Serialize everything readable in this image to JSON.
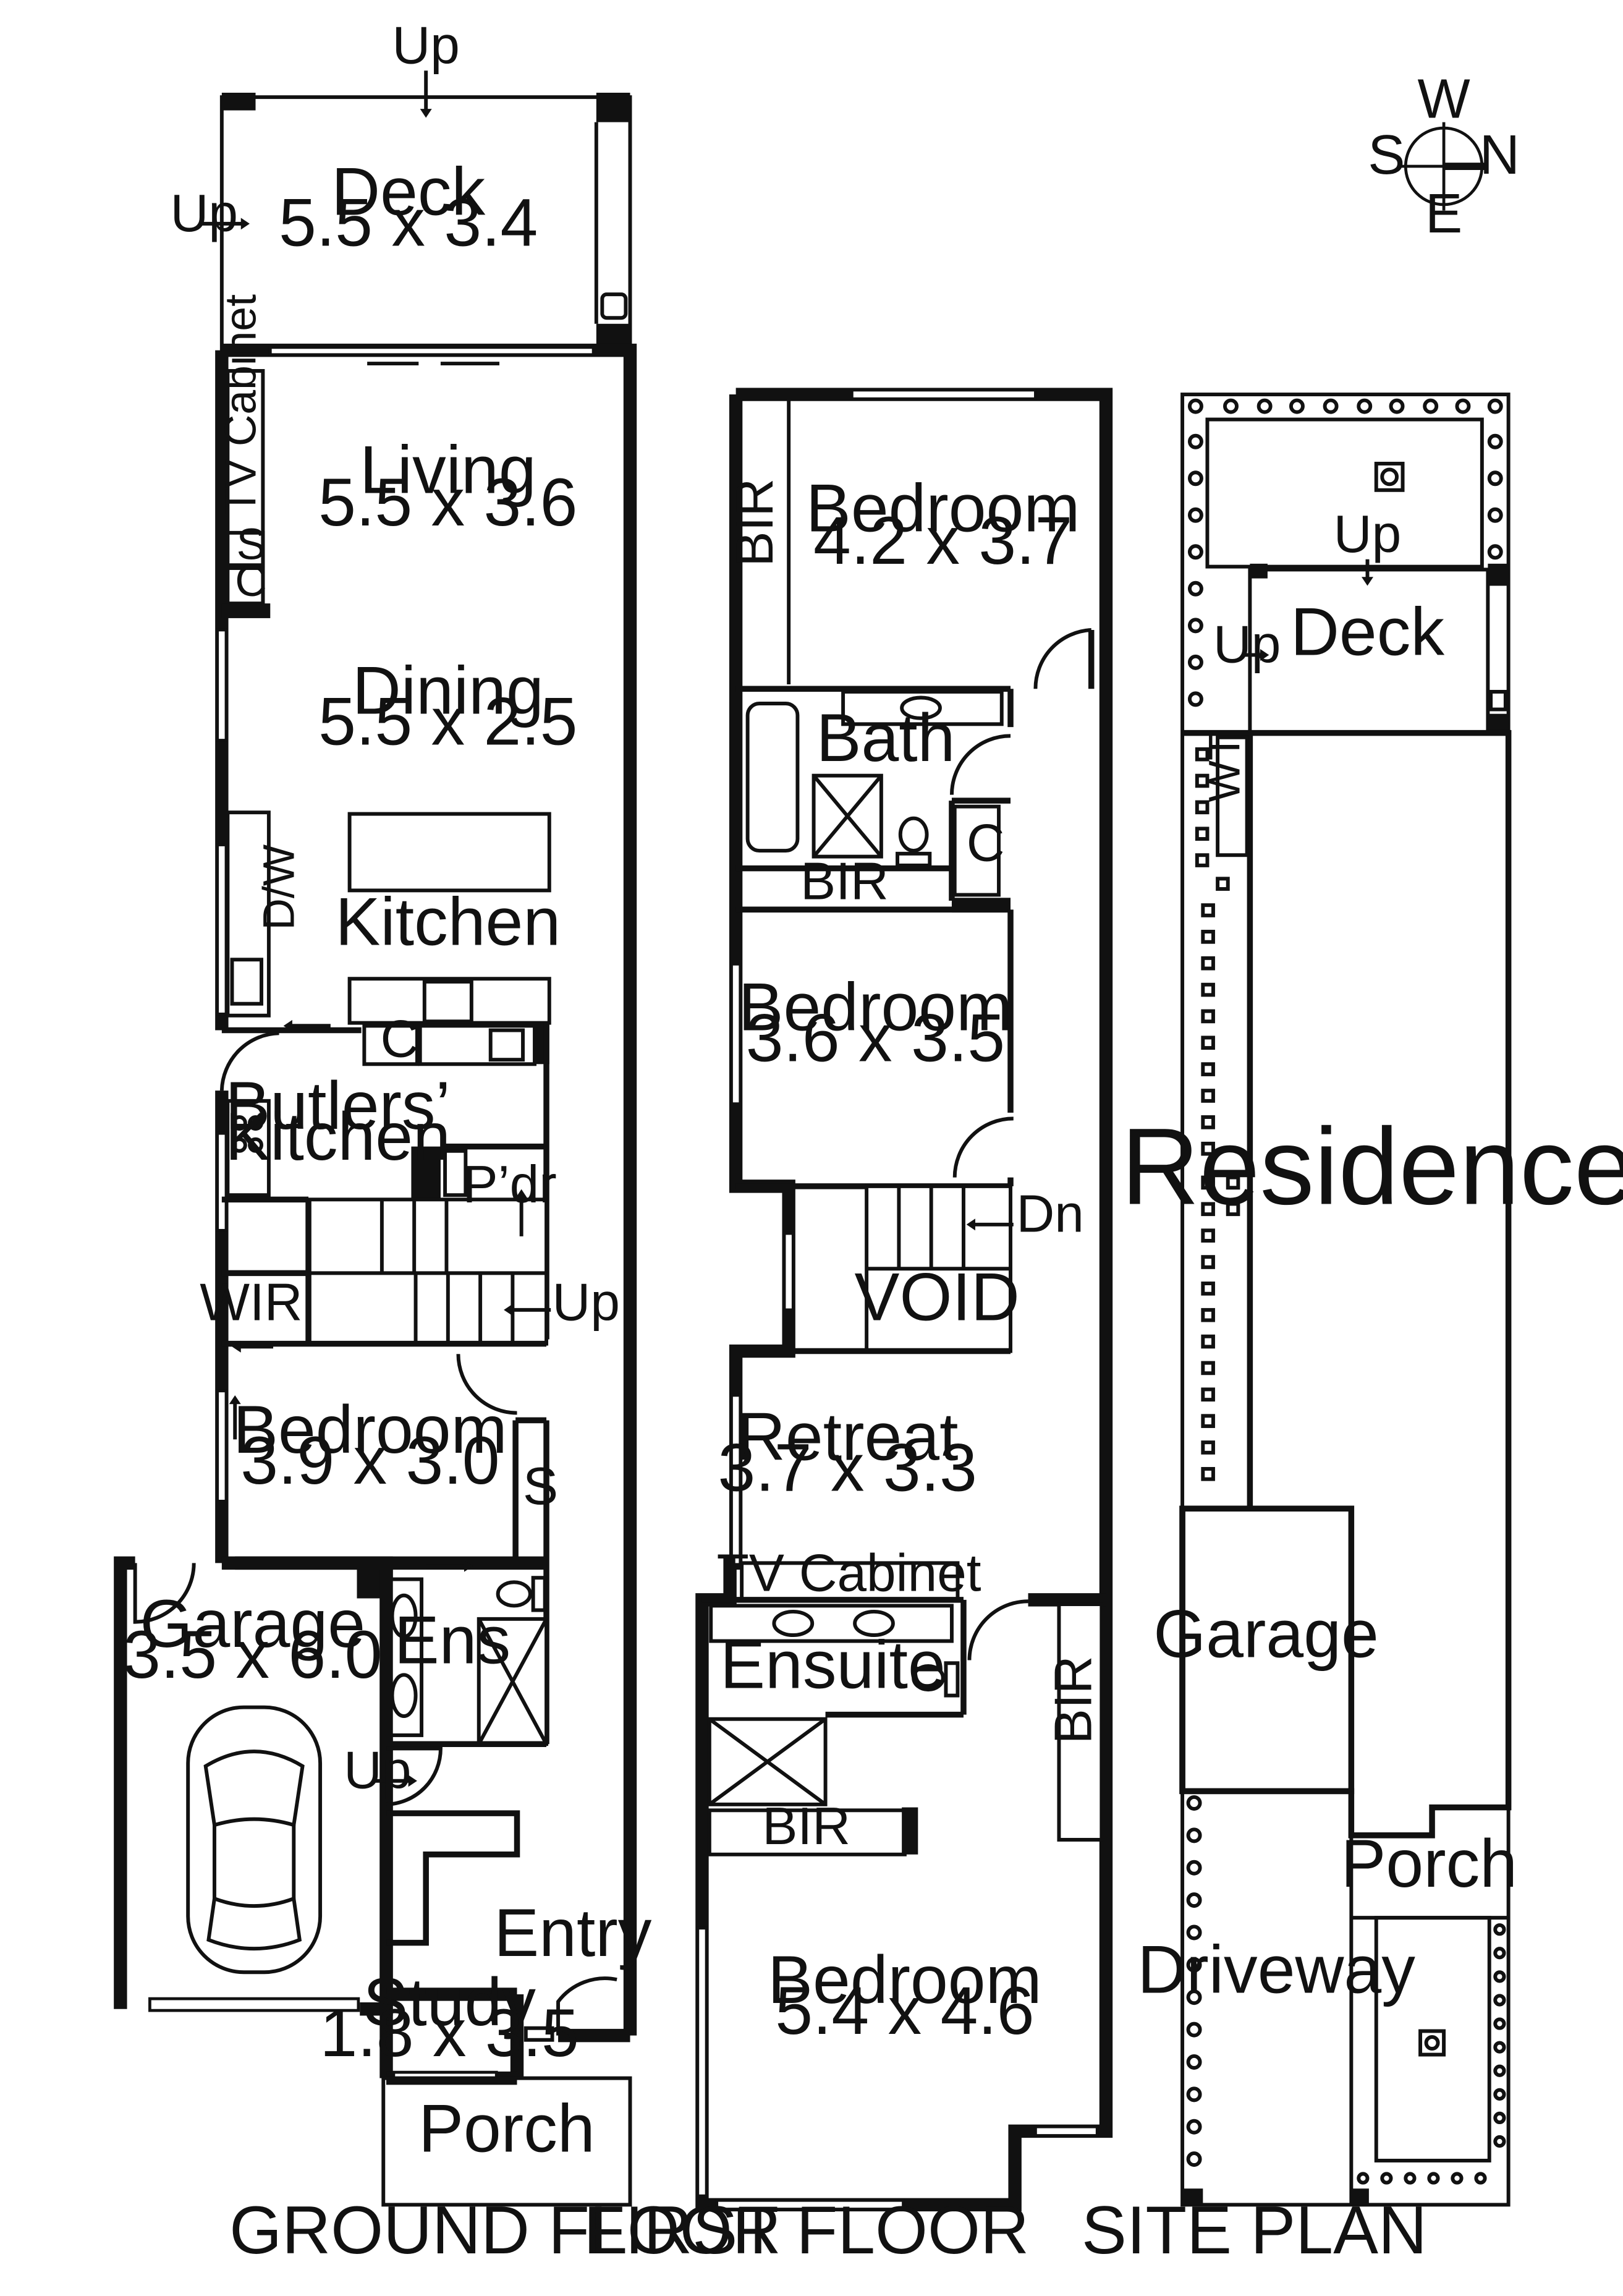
{
  "plans": {
    "ground_floor": {
      "title": "GROUND FLOOR",
      "rooms": {
        "deck": {
          "name": "Deck",
          "dims": "5.5 x 3.4"
        },
        "living": {
          "name": "Living",
          "dims": "5.5 x 3.6"
        },
        "dining": {
          "name": "Dining",
          "dims": "5.5 x 2.5"
        },
        "kitchen": {
          "name": "Kitchen"
        },
        "butlers_kitchen": {
          "name_line1": "Butlers’",
          "name_line2": "Kitchen"
        },
        "powder": {
          "name": "P’dr"
        },
        "wir": {
          "name": "WIR"
        },
        "bedroom": {
          "name": "Bedroom",
          "dims": "3.9 x 3.0"
        },
        "garage": {
          "name": "Garage",
          "dims": "3.5 x 6.0"
        },
        "ensuite": {
          "name": "Ens"
        },
        "entry": {
          "name": "Entry"
        },
        "study": {
          "name": "Study",
          "dims": "1.8 x 3.5"
        },
        "porch": {
          "name": "Porch"
        }
      },
      "fixtures": {
        "tv_cabinet": "TV Cabinet",
        "storage_s": "S",
        "cupboard_c": "C",
        "dishwasher": "D/W",
        "kitchen_cupboard": "C",
        "bedroom_storage": "S"
      },
      "arrows": {
        "deck_up_top": "Up",
        "deck_up_left": "Up",
        "stair_up": "Up",
        "garage_up": "Up"
      }
    },
    "first_floor": {
      "title": "FIRST FLOOR",
      "rooms": {
        "bedroom_1": {
          "name": "Bedroom",
          "dims": "4.2 x 3.7"
        },
        "bath": {
          "name": "Bath"
        },
        "bedroom_2": {
          "name": "Bedroom",
          "dims": "3.6 x 3.5"
        },
        "void": {
          "name": "VOID"
        },
        "retreat": {
          "name": "Retreat",
          "dims": "3.7 x 3.3"
        },
        "ensuite": {
          "name": "Ensuite"
        },
        "bedroom_3": {
          "name": "Bedroom",
          "dims": "5.4 x 4.6"
        }
      },
      "fixtures": {
        "bir_1": "BIR",
        "bir_2": "BIR",
        "cupboard_c": "C",
        "tv_cabinet": "TV Cabinet",
        "bir_3": "BIR",
        "bir_4": "BIR"
      },
      "arrows": {
        "stair_dn": "Dn"
      }
    },
    "site_plan": {
      "title": "SITE PLAN",
      "labels": {
        "deck": "Deck",
        "deck_up_top": "Up",
        "deck_up_left": "Up",
        "water_tank": "WT",
        "residence": "Residence",
        "garage": "Garage",
        "porch": "Porch",
        "driveway": "Driveway"
      }
    }
  },
  "compass": {
    "west": "W",
    "south": "S",
    "north": "N",
    "east": "E"
  }
}
